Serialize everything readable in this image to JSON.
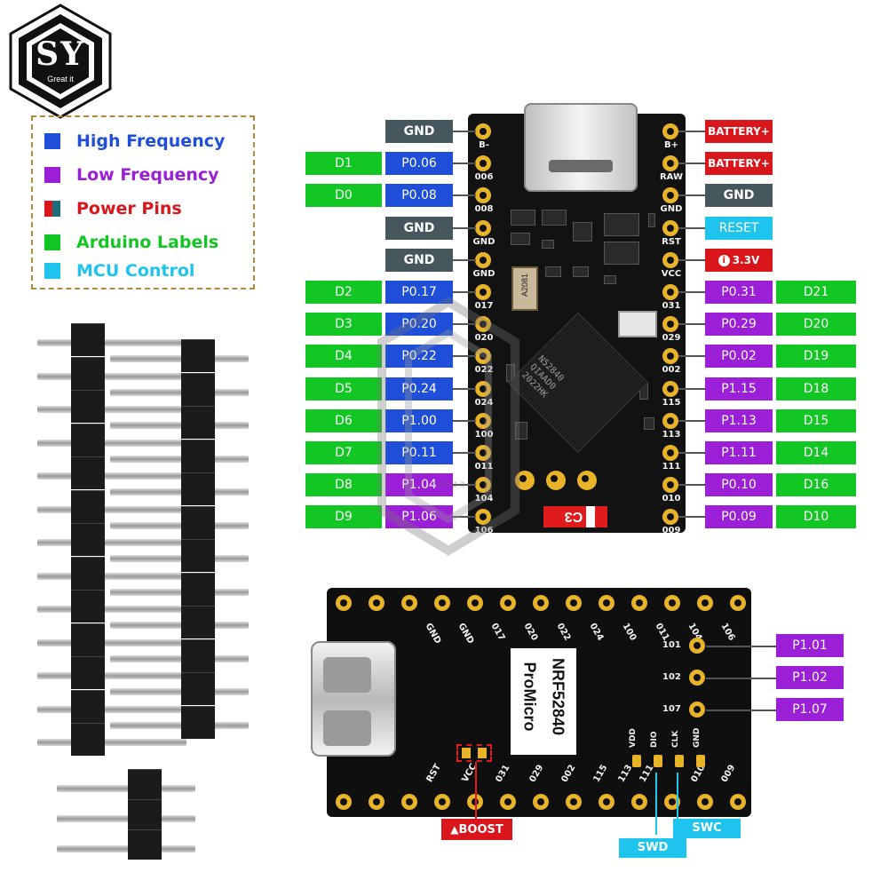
{
  "logo": {
    "letters": "SY",
    "tagline": "Great it"
  },
  "legend": [
    {
      "label": "High Frequency",
      "color": "#1f4fd8"
    },
    {
      "label": "Low Frequency",
      "color": "#9b1fd6"
    },
    {
      "label": "Power Pins",
      "colors": [
        "#d8161b",
        "#1b6f7a"
      ],
      "text_color": "#d8161b"
    },
    {
      "label": "Arduino Labels",
      "color": "#12c623"
    },
    {
      "label": "MCU Control",
      "color": "#1ec3ee"
    }
  ],
  "left_labels": [
    {
      "type": "gnd",
      "pin": "GND",
      "silk": "B-"
    },
    {
      "arduino": "D1",
      "pin": "P0.06",
      "silk": "006"
    },
    {
      "arduino": "D0",
      "pin": "P0.08",
      "silk": "008"
    },
    {
      "type": "gnd",
      "pin": "GND",
      "silk": "GND"
    },
    {
      "type": "gnd",
      "pin": "GND",
      "silk": "GND"
    },
    {
      "arduino": "D2",
      "pin": "P0.17",
      "silk": "017"
    },
    {
      "arduino": "D3",
      "pin": "P0.20",
      "silk": "020"
    },
    {
      "arduino": "D4",
      "pin": "P0.22",
      "silk": "022"
    },
    {
      "arduino": "D5",
      "pin": "P0.24",
      "silk": "024"
    },
    {
      "arduino": "D6",
      "pin": "P1.00",
      "silk": "100"
    },
    {
      "arduino": "D7",
      "pin": "P0.11",
      "silk": "011"
    },
    {
      "arduino": "D8",
      "pin": "P1.04",
      "silk": "104"
    },
    {
      "arduino": "D9",
      "pin": "P1.06",
      "silk": "106"
    }
  ],
  "right_labels": [
    {
      "type": "pwr",
      "pin": "BATTERY+",
      "silk": "B+"
    },
    {
      "type": "pwr",
      "pin": "BATTERY+",
      "silk": "RAW"
    },
    {
      "type": "gnd",
      "pin": "GND",
      "silk": "GND"
    },
    {
      "type": "mcu",
      "pin": "RESET",
      "silk": "RST"
    },
    {
      "type": "pwr",
      "pin": "3.3V",
      "silk": "VCC"
    },
    {
      "pin": "P0.31",
      "arduino": "D21",
      "silk": "031"
    },
    {
      "pin": "P0.29",
      "arduino": "D20",
      "silk": "029"
    },
    {
      "pin": "P0.02",
      "arduino": "D19",
      "silk": "002"
    },
    {
      "pin": "P1.15",
      "arduino": "D18",
      "silk": "115"
    },
    {
      "pin": "P1.13",
      "arduino": "D15",
      "silk": "113"
    },
    {
      "pin": "P1.11",
      "arduino": "D14",
      "silk": "111"
    },
    {
      "pin": "P0.10",
      "arduino": "D16",
      "silk": "010"
    },
    {
      "pin": "P0.09",
      "arduino": "D10",
      "silk": "009"
    }
  ],
  "top_board": {
    "chip_lines": [
      "N52840",
      "QIAAD0",
      "2022HK"
    ],
    "part_code": "A2081",
    "c3": "C3",
    "watermark": "Great it"
  },
  "bottom_board": {
    "brand": "ProMicro",
    "model": "NRF52840",
    "top_silk": [
      "GND",
      "GND",
      "017",
      "020",
      "022",
      "024",
      "100",
      "011",
      "104",
      "106"
    ],
    "bottom_silk": [
      "RST",
      "VCC",
      "031",
      "029",
      "002",
      "115",
      "113",
      "111",
      "010",
      "009"
    ],
    "swd_silk": [
      "VDD",
      "DIO",
      "CLK",
      "GND"
    ],
    "right_pins": [
      {
        "silk": "101",
        "label": "P1.01"
      },
      {
        "silk": "102",
        "label": "P1.02"
      },
      {
        "silk": "107",
        "label": "P1.07"
      }
    ],
    "boost": "BOOST",
    "swd": "SWD",
    "swc": "SWC"
  }
}
